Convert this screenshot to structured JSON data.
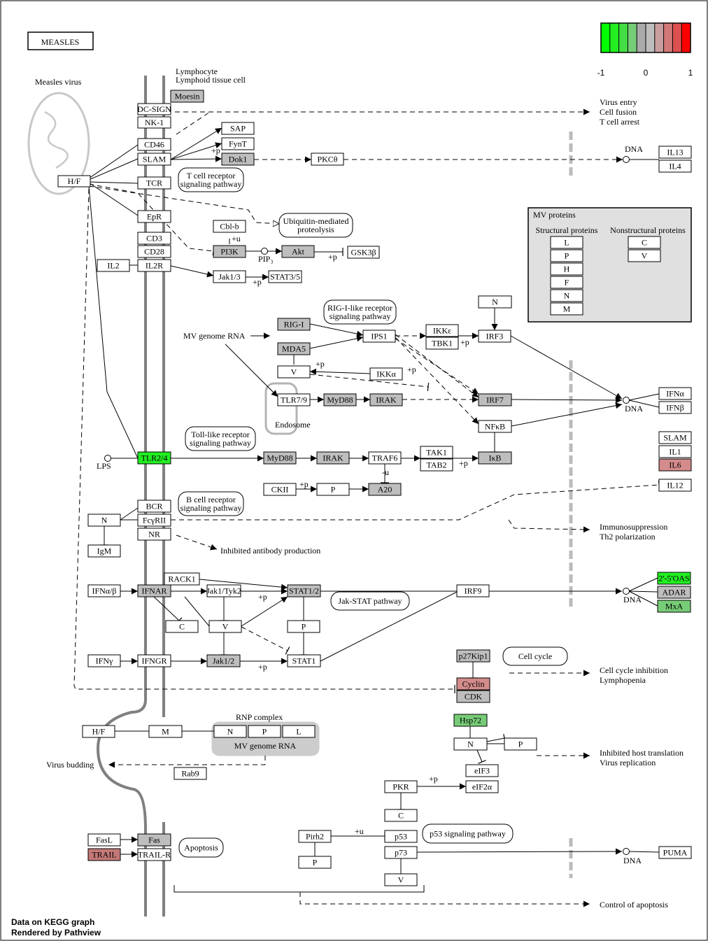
{
  "title": "MEASLES",
  "legend": {
    "colors": [
      "#00ff00",
      "#22ee22",
      "#44dd44",
      "#77cc77",
      "#aaaaaa",
      "#bebebe",
      "#c89e9e",
      "#d27878",
      "#dc5050",
      "#ff0000"
    ],
    "tick_labels": [
      "-1",
      "0",
      "1"
    ]
  },
  "footer": {
    "line1": "Data on KEGG graph",
    "line2": "Rendered by Pathview"
  },
  "labels": {
    "measles_virus": "Measles virus",
    "lymphocyte": "Lymphocyte",
    "lymphoid": "Lymphoid tissue cell",
    "mv_genome_rna": "MV genome RNA",
    "endosome": "Endosome",
    "lps": "LPS",
    "pip3": "PIP₃",
    "virus_entry": "Virus entry",
    "cell_fusion": "Cell fusion",
    "t_cell_arrest": "T cell arrest",
    "inhibited_antibody": "Inhibited antibody production",
    "immunosuppression": "Immunosuppression",
    "th2": "Th2 polarization",
    "cc_inhibition": "Cell cycle inhibition",
    "lymphopenia": "Lymphopenia",
    "inhibited_translation": "Inhibited host translation",
    "virus_replication": "Virus replication",
    "control_apoptosis": "Control of apoptosis",
    "virus_budding": "Virus budding",
    "rnp_complex": "RNP complex",
    "rnp_rna": "MV genome RNA",
    "mv_proteins": "MV proteins",
    "structural": "Structural proteins",
    "nonstructural": "Nonstructural proteins",
    "dna1": "DNA",
    "dna2": "DNA",
    "dna3": "DNA",
    "dna4": "DNA",
    "p_plus": "+p",
    "u_plus": "+u",
    "u_minus": "-u"
  },
  "pathways": {
    "tcr": "T cell receptor|signaling pathway",
    "ubiq": "Ubiquitin-mediated|proteolysis",
    "rigi": "RIG-I-like receptor|signaling pathway",
    "tlr": "Toll-like receptor|signaling pathway",
    "bcr": "B cell receptor|signaling pathway",
    "jakstat": "Jak-STAT pathway",
    "cellcycle": "Cell cycle",
    "apoptosis": "Apoptosis",
    "p53": "p53 signaling pathway"
  },
  "genes": {
    "moesin": "Moesin",
    "dcsign": "DC-SIGN",
    "nk1": "NK-1",
    "cd46": "CD46",
    "slam": "SLAM",
    "sap": "SAP",
    "fynt": "FynT",
    "dok1": "Dok1",
    "pkct": "PKCθ",
    "il13": "IL13",
    "il4": "IL4",
    "hf": "H/F",
    "tcr": "TCR",
    "epr": "EpR",
    "cblb": "Cbl-b",
    "cd3": "CD3",
    "cd28": "CD28",
    "pi3k": "PI3K",
    "akt": "Akt",
    "gsk3b": "GSK3β",
    "il2": "IL2",
    "il2r": "IL2R",
    "jak13": "Jak1/3",
    "stat35": "STAT3/5",
    "rigi": "RIG-I",
    "mda5": "MDA5",
    "ips1": "IPS1",
    "ikke": "IKKε",
    "tbk1": "TBK1",
    "irf3": "IRF3",
    "n_irf3": "N",
    "v1": "V",
    "ikka": "IKKα",
    "tlr79": "TLR7/9",
    "myd88a": "MyD88",
    "iraka": "IRAK",
    "irf7": "IRF7",
    "nfkb": "NFκB",
    "ifna": "IFNα",
    "ifnb": "IFNβ",
    "tlr24": "TLR2/4",
    "myd88b": "MyD88",
    "irakb": "IRAK",
    "traf6": "TRAF6",
    "tak1": "TAK1",
    "tab2": "TAB2",
    "ikb": "IκB",
    "ckii": "CKII",
    "p_a20": "P",
    "a20": "A20",
    "slam2": "SLAM",
    "il1": "IL1",
    "il6": "IL6",
    "il12": "IL12",
    "bcr": "BCR",
    "fcgrii": "FcγRII",
    "nr": "NR",
    "n_bcr": "N",
    "igm": "IgM",
    "rack1": "RACK1",
    "ifnab": "IFNα/β",
    "ifnar": "IFNAR",
    "jak1tyk2": "Jak1/Tyk2",
    "stat12": "STAT1/2",
    "irf9": "IRF9",
    "oas": "2'-5'OAS",
    "adar": "ADAR",
    "mxa": "MxA",
    "c1": "C",
    "v2": "V",
    "p_stat": "P",
    "ifng": "IFNγ",
    "ifngr": "IFNGR",
    "jak12": "Jak1/2",
    "stat1": "STAT1",
    "p27": "p27Kip1",
    "cyclin": "Cyclin",
    "cdk": "CDK",
    "hf2": "H/F",
    "m2": "M",
    "n_rnp": "N",
    "p_rnp": "P",
    "l_rnp": "L",
    "rab9": "Rab9",
    "hsp72": "Hsp72",
    "n_hsp": "N",
    "p_hsp": "P",
    "eif3": "eIF3",
    "pkr": "PKR",
    "eif2a": "eIF2α",
    "c2": "C",
    "fasl": "FasL",
    "fas": "Fas",
    "trail": "TRAIL",
    "trailr": "TRAIL-R",
    "pirh2": "Pirh2",
    "p_pirh": "P",
    "p53": "p53",
    "p73": "p73",
    "v3": "V",
    "puma": "PUMA",
    "mv_l": "L",
    "mv_p": "P",
    "mv_h": "H",
    "mv_f": "F",
    "mv_n": "N",
    "mv_m": "M",
    "mv_c": "C",
    "mv_v": "V"
  }
}
